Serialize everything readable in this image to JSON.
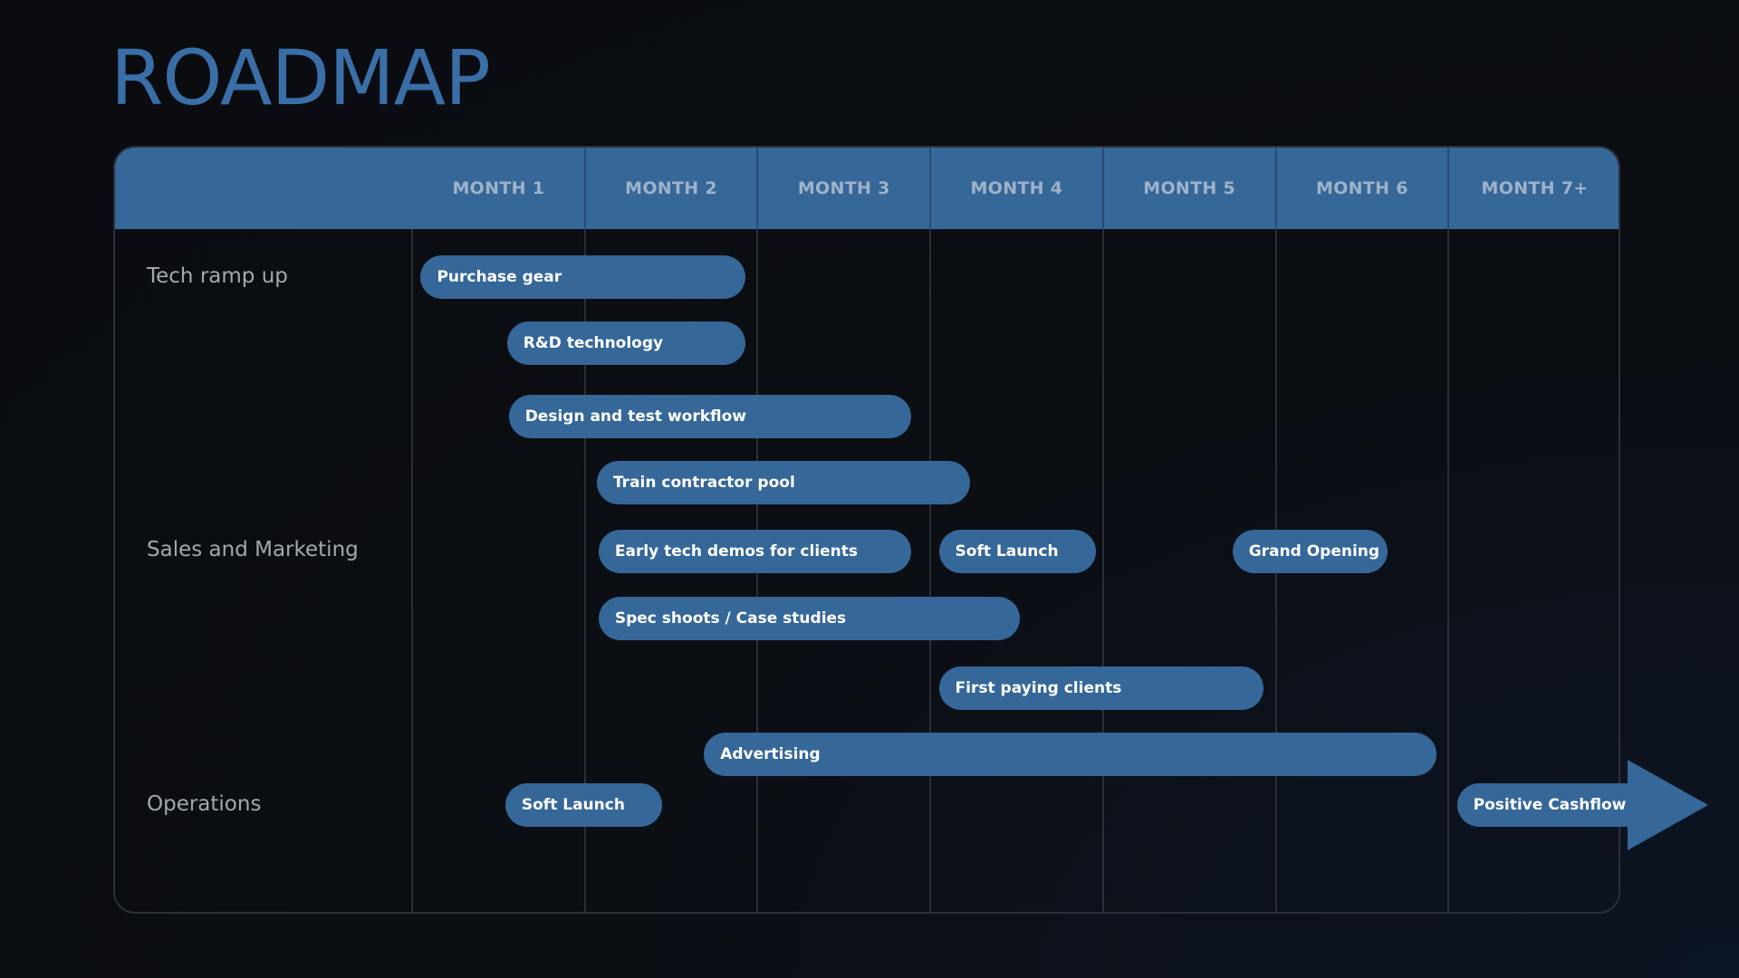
{
  "page": {
    "title": "ROADMAP"
  },
  "months": [
    "MONTH 1",
    "MONTH 2",
    "MONTH 3",
    "MONTH 4",
    "MONTH 5",
    "MONTH 6",
    "MONTH 7+"
  ],
  "rows": [
    {
      "label": "Tech ramp up"
    },
    {
      "label": "Sales and Marketing"
    },
    {
      "label": "Operations"
    }
  ],
  "tasks": [
    {
      "label": "Purchase gear",
      "start": 0.06,
      "end": 1.94
    },
    {
      "label": "R&D technology",
      "start": 0.56,
      "end": 1.94
    },
    {
      "label": "Design and test workflow",
      "start": 0.57,
      "end": 2.9
    },
    {
      "label": "Train contractor pool",
      "start": 1.08,
      "end": 3.24
    },
    {
      "label": "Early tech demos for clients",
      "start": 1.09,
      "end": 2.9
    },
    {
      "label": "Soft Launch",
      "start": 3.06,
      "end": 3.97
    },
    {
      "label": "Grand Opening",
      "start": 4.76,
      "end": 5.66
    },
    {
      "label": "Spec shoots / Case studies",
      "start": 1.09,
      "end": 3.53
    },
    {
      "label": "First paying clients",
      "start": 3.06,
      "end": 4.94
    },
    {
      "label": "Advertising",
      "start": 1.7,
      "end": 5.94
    },
    {
      "label": "Soft Launch",
      "start": 0.55,
      "end": 1.46
    },
    {
      "label": "Positive Cashflow",
      "start": 6.06,
      "end": 7.1
    }
  ],
  "colors": {
    "accent": "#356799",
    "title": "#3a6ea7",
    "header_text": "#9fb2c8",
    "row_label": "#a3a8ae",
    "grid": "#2a2f36",
    "background": "#0a0c10"
  }
}
